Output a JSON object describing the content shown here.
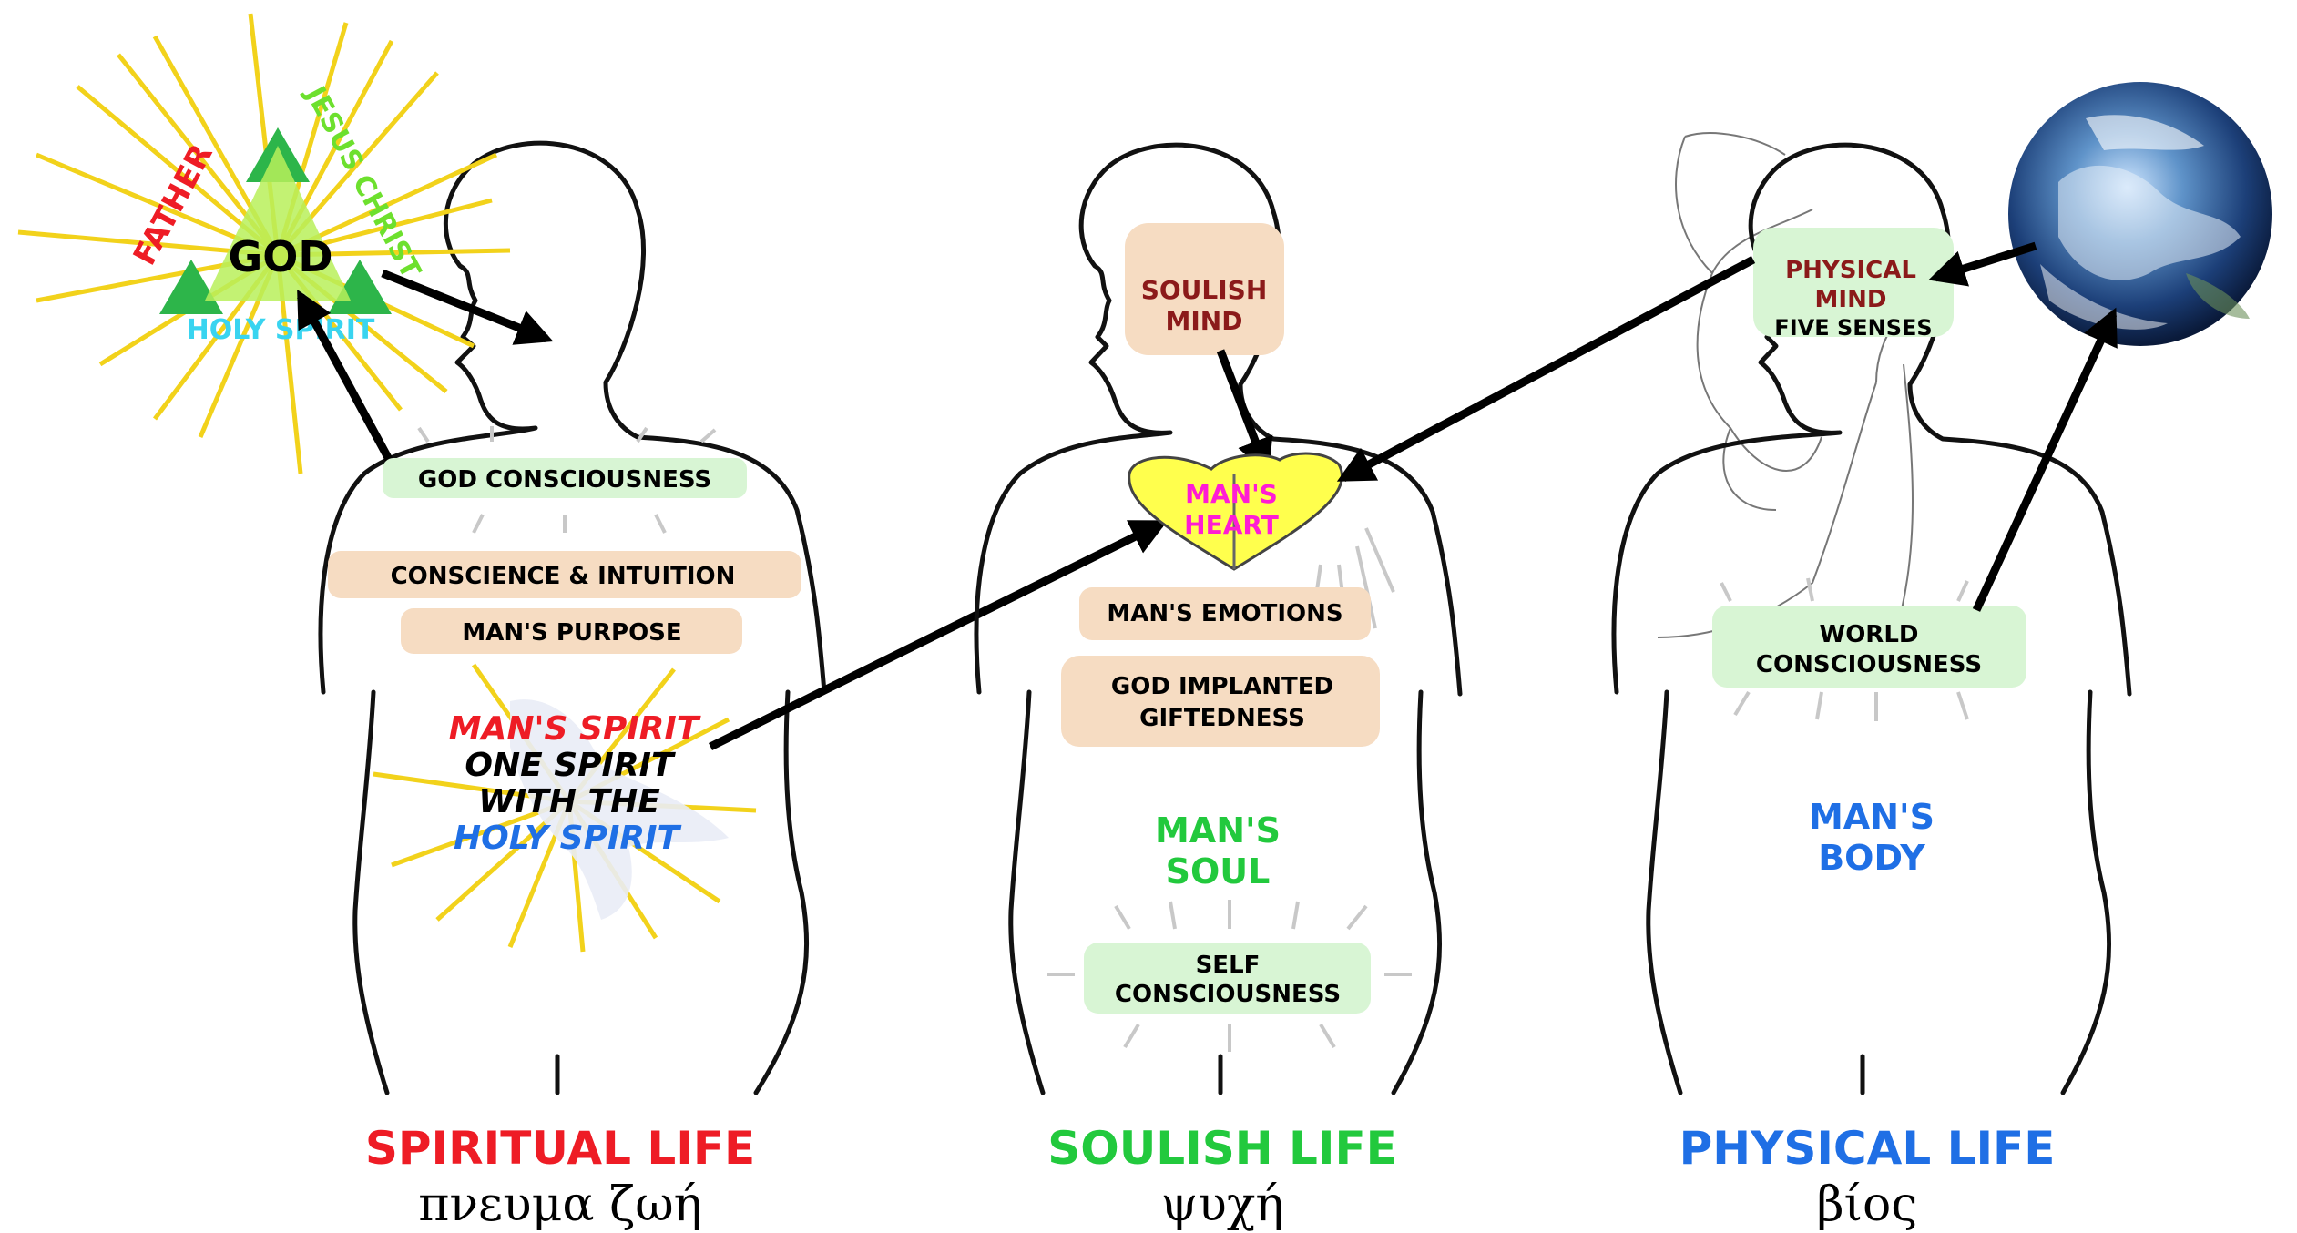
{
  "colors": {
    "spiritual": "#ee1c25",
    "soulish": "#22c93d",
    "physical": "#1f6fe5",
    "box_green": "#d8f5d4",
    "box_tan": "#f6dcc2",
    "heart": "#ffff4d",
    "ray_gold": "#f2d21b",
    "cyan": "#39d4f0",
    "magenta": "#ff1cd4",
    "dark_red": "#8b1a1a"
  },
  "icons": [
    "trinity-triangle-icon",
    "heart-icon",
    "dove-icon",
    "earth-globe-icon",
    "arrow-icon"
  ],
  "trinity": {
    "god": "GOD",
    "father": "FATHER",
    "jesus_christ": "JESUS CHRIST",
    "holy_spirit": "HOLY SPIRIT"
  },
  "spiritual_figure": {
    "god_consciousness": "GOD CONSCIOUSNESS",
    "conscience": "CONSCIENCE & INTUITION",
    "purpose": "MAN'S PURPOSE",
    "spirit_line1": "MAN'S SPIRIT",
    "spirit_line2": "ONE SPIRIT",
    "spirit_line3": "WITH THE",
    "spirit_line4": "HOLY SPIRIT"
  },
  "soulish_figure": {
    "mind_line1": "SOULISH",
    "mind_line2": "MIND",
    "heart_line1": "MAN'S",
    "heart_line2": "HEART",
    "emotions": "MAN'S EMOTIONS",
    "gift_line1": "GOD IMPLANTED",
    "gift_line2": "GIFTEDNESS",
    "soul_line1": "MAN'S",
    "soul_line2": "SOUL",
    "self_line1": "SELF",
    "self_line2": "CONSCIOUSNESS"
  },
  "physical_figure": {
    "mind_line1": "PHYSICAL",
    "mind_line2": "MIND",
    "mind_line3": "FIVE SENSES",
    "world_line1": "WORLD",
    "world_line2": "CONSCIOUSNESS",
    "body_line1": "MAN'S",
    "body_line2": "BODY"
  },
  "captions": {
    "spiritual_title": "SPIRITUAL LIFE",
    "spiritual_greek": "πνευμα ζωή",
    "soulish_title": "SOULISH LIFE",
    "soulish_greek": "ψυχή",
    "physical_title": "PHYSICAL LIFE",
    "physical_greek": "βίος"
  }
}
